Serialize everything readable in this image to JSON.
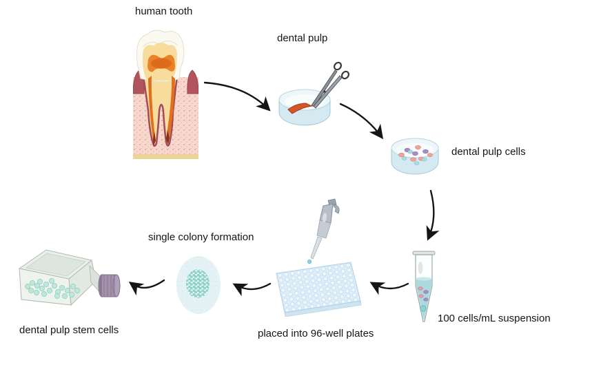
{
  "diagram": {
    "background_color": "#ffffff",
    "arrow_color": "#151515",
    "text_color": "#151515",
    "steps": [
      {
        "id": "human-tooth",
        "label": "human tooth"
      },
      {
        "id": "dental-pulp",
        "label": "dental pulp"
      },
      {
        "id": "dental-pulp-cells",
        "label": "dental pulp cells"
      },
      {
        "id": "cell-suspension",
        "label": "100 cells/mL suspension"
      },
      {
        "id": "well-plates",
        "label": "placed into 96-well plates"
      },
      {
        "id": "single-colony",
        "label": "single colony formation"
      },
      {
        "id": "stem-cells",
        "label": "dental pulp stem cells"
      }
    ],
    "connections": [
      {
        "from": "human-tooth",
        "to": "dental-pulp"
      },
      {
        "from": "dental-pulp",
        "to": "dental-pulp-cells"
      },
      {
        "from": "dental-pulp-cells",
        "to": "cell-suspension"
      },
      {
        "from": "cell-suspension",
        "to": "well-plates"
      },
      {
        "from": "well-plates",
        "to": "single-colony"
      },
      {
        "from": "single-colony",
        "to": "stem-cells"
      }
    ],
    "colors": {
      "enamel": "#fbfaf1",
      "dentin": "#f8dc9e",
      "pulp": "#e8832a",
      "gum": "#b2545e",
      "bone": "#f7d8cf",
      "dish_fill": "#edf7fa",
      "dish_rim": "#a5c9d6",
      "pulp_tissue": "#d4552a",
      "cell_pink": "#f0a49a",
      "cell_purple": "#a98fc0",
      "cell_cyan": "#aadce2",
      "suspension_liquid": "#abd9dd",
      "plate_fill": "#dfeef8",
      "colony_dots": "#8ed2cc",
      "flask_cells": "#bfe7dc",
      "flask_cap": "#a492ac",
      "pipette_body": "#b6bec8"
    }
  }
}
